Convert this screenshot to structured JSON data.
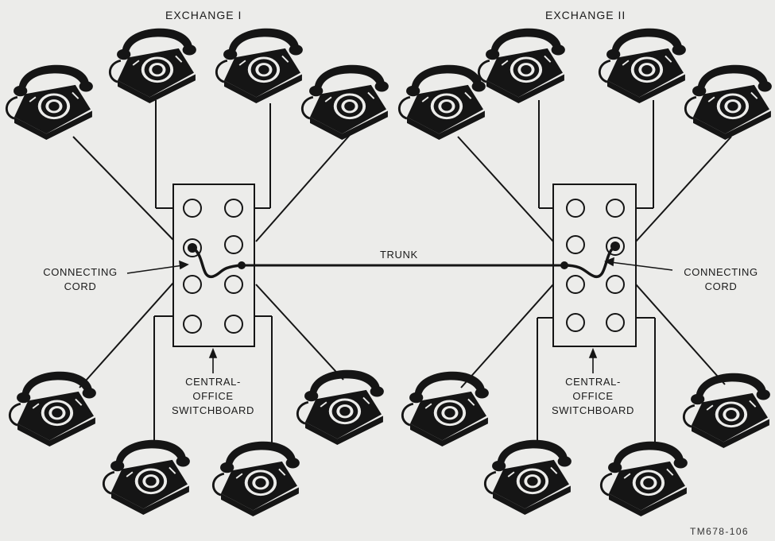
{
  "exchanges": [
    {
      "title": "EXCHANGE I",
      "switchboard_label_line1": "CENTRAL-",
      "switchboard_label_line2": "OFFICE",
      "switchboard_label_line3": "SWITCHBOARD",
      "cord_label_line1": "CONNECTING",
      "cord_label_line2": "CORD"
    },
    {
      "title": "EXCHANGE II",
      "switchboard_label_line1": "CENTRAL-",
      "switchboard_label_line2": "OFFICE",
      "switchboard_label_line3": "SWITCHBOARD",
      "cord_label_line1": "CONNECTING",
      "cord_label_line2": "CORD"
    }
  ],
  "trunk_label": "TRUNK",
  "figure_id": "TM678-106",
  "colors": {
    "ink": "#151515",
    "paper": "#ececea"
  },
  "icons": [
    "telephone-icon",
    "jack-icon"
  ]
}
